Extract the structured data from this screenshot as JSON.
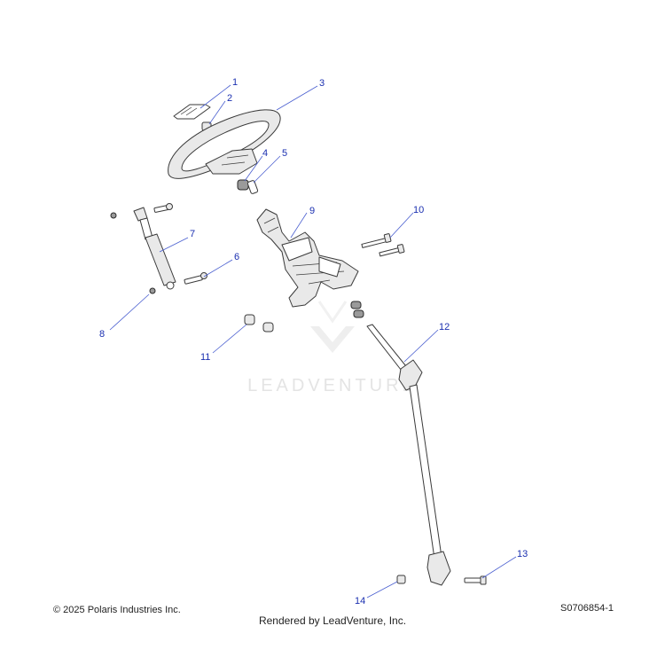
{
  "watermark": {
    "text": "LEADVENTURE"
  },
  "callouts": [
    {
      "id": "1",
      "label": "1"
    },
    {
      "id": "2",
      "label": "2"
    },
    {
      "id": "3",
      "label": "3"
    },
    {
      "id": "4",
      "label": "4"
    },
    {
      "id": "5",
      "label": "5"
    },
    {
      "id": "6",
      "label": "6"
    },
    {
      "id": "7",
      "label": "7"
    },
    {
      "id": "8",
      "label": "8"
    },
    {
      "id": "9",
      "label": "9"
    },
    {
      "id": "10",
      "label": "10"
    },
    {
      "id": "11",
      "label": "11"
    },
    {
      "id": "12",
      "label": "12"
    },
    {
      "id": "13",
      "label": "13"
    },
    {
      "id": "14",
      "label": "14"
    }
  ],
  "footer": {
    "copyright": "© 2025 Polaris Industries Inc.",
    "rendered_by": "Rendered by LeadVenture, Inc.",
    "drawing_id": "S0706854-1"
  },
  "colors": {
    "callout": "#1a2fb0",
    "leader": "#4a5fd0"
  }
}
